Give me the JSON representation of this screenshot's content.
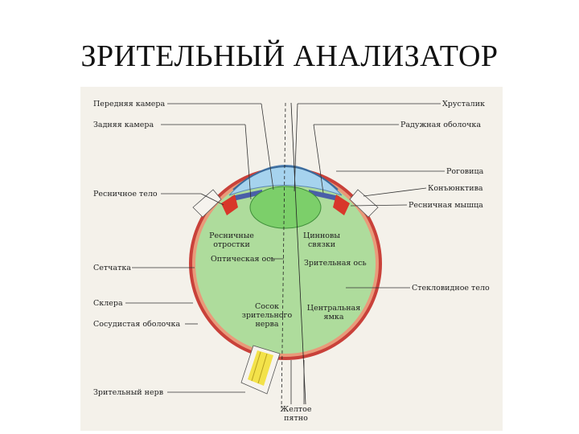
{
  "title": "ЗРИТЕЛЬНЫЙ АНАЛИЗАТОР",
  "colors": {
    "vitreous": "#aedc9c",
    "lens": "#7ccf6a",
    "cornea": "#a6d3ee",
    "sclera_border": "#d8372a",
    "nerve": "#f3e24a",
    "background": "#f4f1ea"
  },
  "labels": {
    "anterior_chamber": "Передняя камера",
    "posterior_chamber": "Задняя камера",
    "ciliary_body": "Ресничное тело",
    "retina": "Сетчатка",
    "sclera": "Склера",
    "choroid": "Сосудистая оболочка",
    "optic_nerve": "Зрительный нерв",
    "lens": "Хрусталик",
    "iris": "Радужная оболочка",
    "cornea": "Роговица",
    "conjunctiva": "Конъюнктива",
    "ciliary_muscle": "Ресничная мышца",
    "vitreous_body": "Стекловидное тело",
    "ciliary_processes_1": "Ресничные",
    "ciliary_processes_2": "отростки",
    "zinn_zonules_1": "Цинновы",
    "zinn_zonules_2": "связки",
    "optical_axis": "Оптическая ось",
    "visual_axis": "Зрительная ось",
    "optic_disc_1": "Сосок",
    "optic_disc_2": "зрительного",
    "optic_disc_3": "нерва",
    "fovea_1": "Центральная",
    "fovea_2": "ямка",
    "macula_1": "Желтое",
    "macula_2": "пятно"
  }
}
